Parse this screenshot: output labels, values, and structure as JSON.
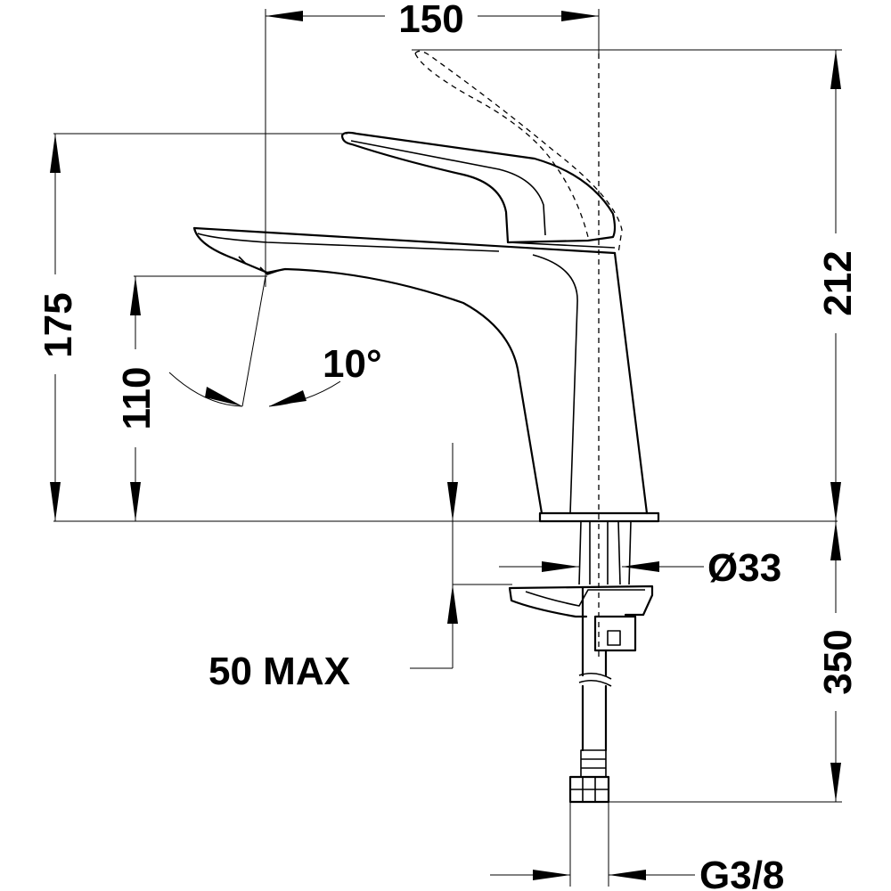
{
  "dimensions": {
    "width": "150",
    "total_height": "212",
    "lever_height": "175",
    "spout_height": "110",
    "angle": "10°",
    "hole_diameter": "Ø33",
    "counter_thickness": "50 MAX",
    "hose_length": "350",
    "connection": "G3/8"
  }
}
